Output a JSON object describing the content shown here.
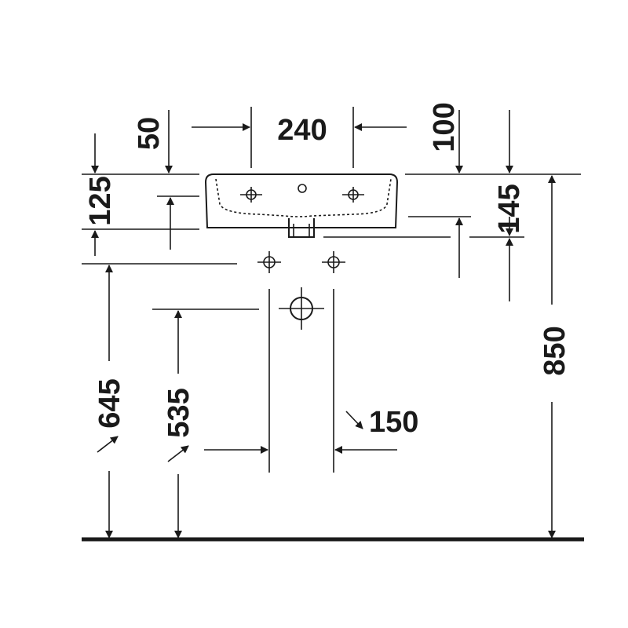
{
  "diagram": {
    "dimensions": {
      "width_240": "240",
      "offset_50": "50",
      "offset_100": "100",
      "height_125": "125",
      "height_145": "145",
      "height_850": "850",
      "height_645": "645",
      "height_535": "535",
      "spacing_150": "150"
    },
    "colors": {
      "line": "#1a1a1a",
      "background": "#ffffff"
    }
  }
}
